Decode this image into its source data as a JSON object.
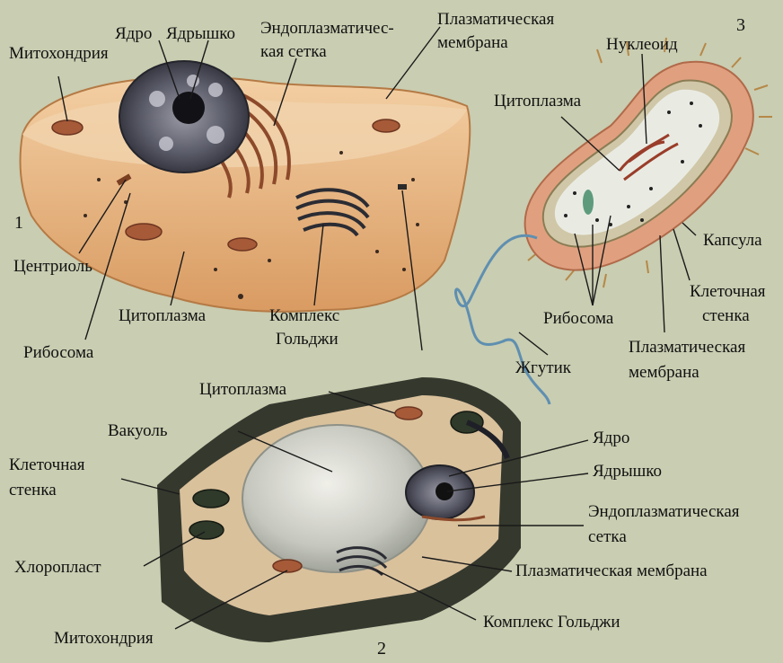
{
  "figure": {
    "numbers": {
      "animal": "1",
      "plant": "2",
      "bacterium": "3"
    },
    "animal_cell": {
      "mitochondrion": "Митохондрия",
      "nucleus": "Ядро",
      "nucleolus": "Ядрышко",
      "er_line1": "Эндоплазматичес-",
      "er_line2": "кая сетка",
      "membrane_line1": "Плазматическая",
      "membrane_line2": "мембрана",
      "centriole": "Центриоль",
      "ribosome": "Рибосома",
      "cytoplasm": "Цитоплазма",
      "golgi_line1": "Комплекс",
      "golgi_line2": "Гольджи"
    },
    "bacterium": {
      "nucleoid": "Нуклеоид",
      "cytoplasm": "Цитоплазма",
      "capsule": "Капсула",
      "cell_wall_line1": "Клеточная",
      "cell_wall_line2": "стенка",
      "ribosome": "Рибосома",
      "membrane_line1": "Плазматическая",
      "membrane_line2": "мембрана",
      "flagellum": "Жгутик"
    },
    "plant_cell": {
      "cytoplasm": "Цитоплазма",
      "vacuole": "Вакуоль",
      "nucleus": "Ядро",
      "nucleolus": "Ядрышко",
      "cell_wall_line1": "Клеточная",
      "cell_wall_line2": "стенка",
      "er_line1": "Эндоплазматическая",
      "er_line2": "сетка",
      "chloroplast": "Хлоропласт",
      "membrane": "Плазматическая мембрана",
      "mitochondrion": "Митохондрия",
      "golgi": "Комплекс Гольджи"
    },
    "colors": {
      "background": "#c9cdb1",
      "animal_cytoplasm": "#eab98a",
      "bacterium_capsule": "#e0a07f",
      "plant_wall": "#35382d",
      "plant_cytoplasm": "#d9c19c",
      "nucleus": "#4e4f5c",
      "er": "#8c4a2b"
    }
  }
}
